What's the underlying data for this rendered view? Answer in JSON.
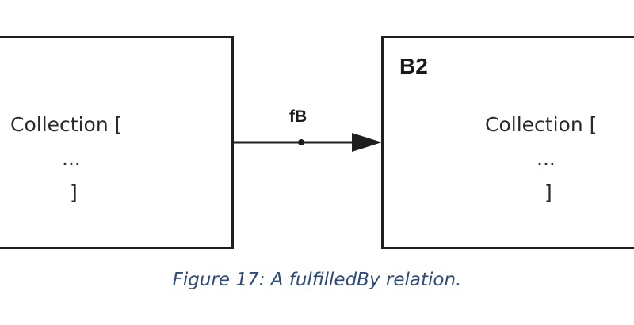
{
  "left_box": {
    "content_open": "Collection [",
    "content_mid": "...",
    "content_close": "]"
  },
  "right_box": {
    "title": "B2",
    "content_open": "Collection [",
    "content_mid": "...",
    "content_close": "]"
  },
  "relation": {
    "label": "fB"
  },
  "caption": "Figure 17: A fulfilledBy relation.",
  "colors": {
    "border": "#1e1e1e",
    "caption": "#2e4a7a"
  }
}
